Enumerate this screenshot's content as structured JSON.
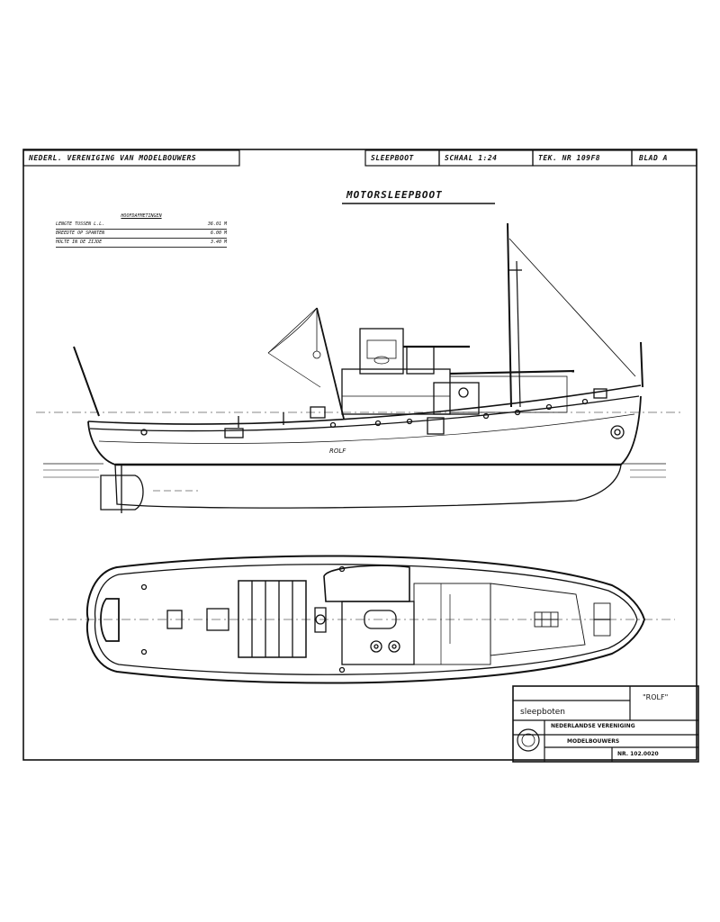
{
  "header": {
    "society": "NEDERL. VERENIGING VAN MODELBOUWERS",
    "type": "SLEEPBOOT",
    "scale": "SCHAAL 1:24",
    "drawing_no": "TEK. NR 109F8",
    "sheet": "BLAD A"
  },
  "title": "MOTORSLEEPBOOT",
  "dimensions": {
    "heading": "HOOFDAFMETINGEN",
    "rows": [
      {
        "label": "LENGTE TUSSEN L.L.",
        "value": "36.01 M"
      },
      {
        "label": "BREEDTE OP SPANTEN",
        "value": "6.00 M"
      },
      {
        "label": "HOLTE IN DE ZIJDE",
        "value": "3.40 M"
      }
    ]
  },
  "hull_name": "ROLF",
  "title_block": {
    "name": "\"ROLF\"",
    "category": "sleepboten",
    "org_line1": "NEDERLANDSE VERENIGING",
    "org_line2": "MODELBOUWERS",
    "number": "NR. 102.0020"
  }
}
